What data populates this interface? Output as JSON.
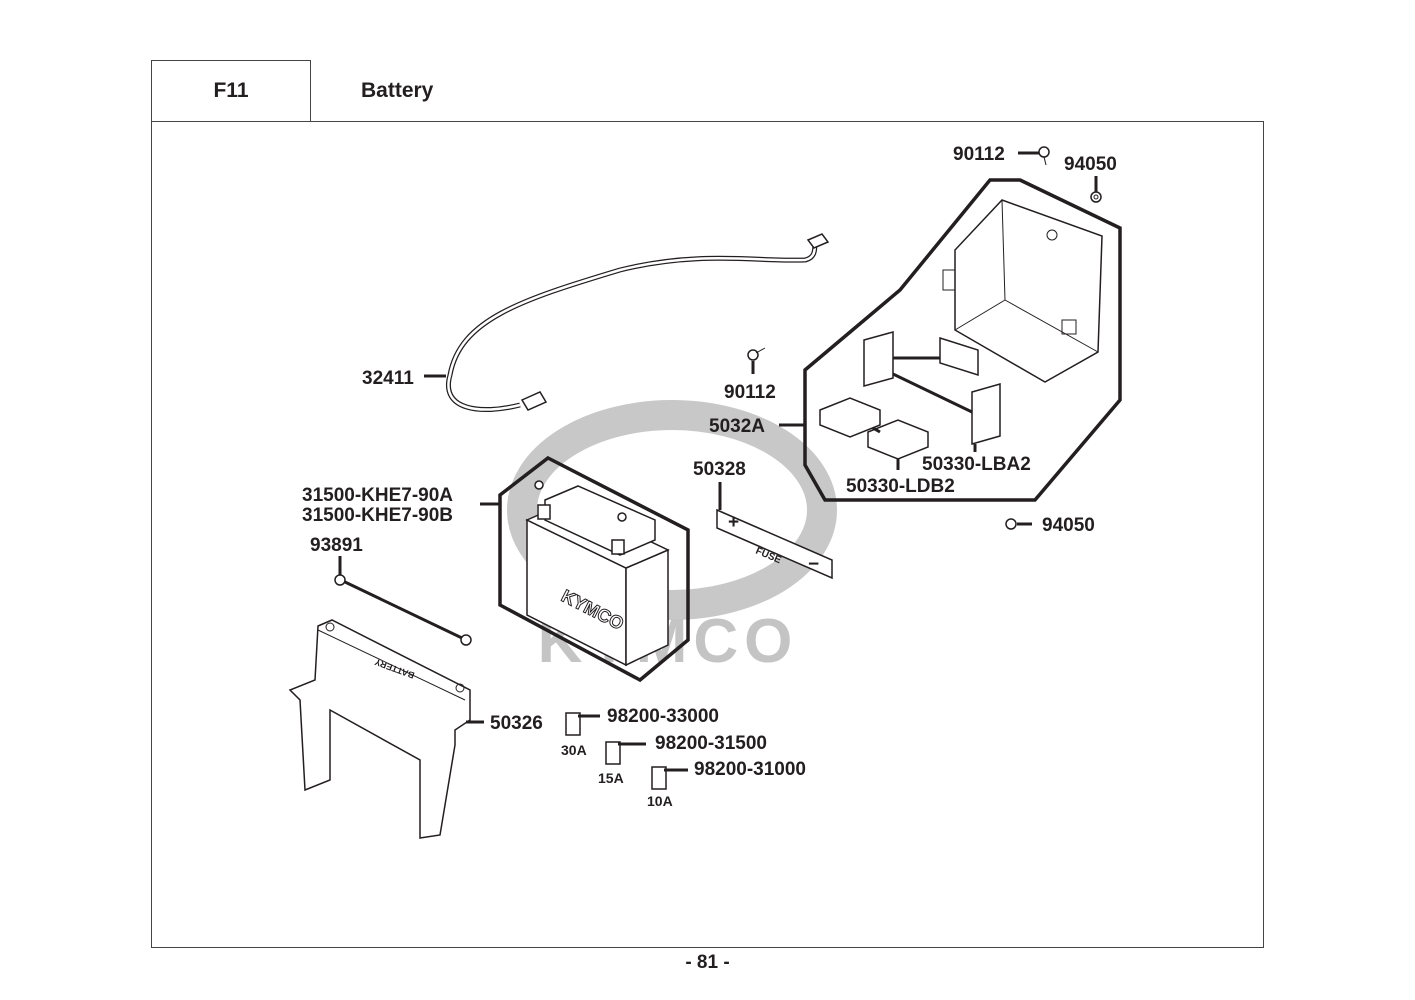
{
  "header": {
    "section_code": "F11",
    "section_title": "Battery"
  },
  "watermark": {
    "brand": "KYMCO",
    "color": "#bdbdbd"
  },
  "parts": {
    "p90112_top": "90112",
    "p94050_top": "94050",
    "p32411": "32411",
    "p90112_mid": "90112",
    "p5032A": "5032A",
    "p50328": "50328",
    "p50330_LBA2": "50330-LBA2",
    "p50330_LDB2": "50330-LDB2",
    "p94050_bottom": "94050",
    "p31500_A": "31500-KHE7-90A",
    "p31500_B": "31500-KHE7-90B",
    "p93891": "93891",
    "p50326": "50326",
    "fuse_30": "98200-33000",
    "fuse_15": "98200-31500",
    "fuse_10": "98200-31000"
  },
  "fuse_ratings": {
    "r30": "30A",
    "r15": "15A",
    "r10": "10A"
  },
  "part_markings": {
    "fuse_holder_text": "FUSE",
    "fuse_holder_plus": "+",
    "fuse_holder_minus": "−",
    "battery_brand": "KYMCO",
    "cover_text": "BATTERY"
  },
  "footer": {
    "page_number": "- 81 -"
  }
}
